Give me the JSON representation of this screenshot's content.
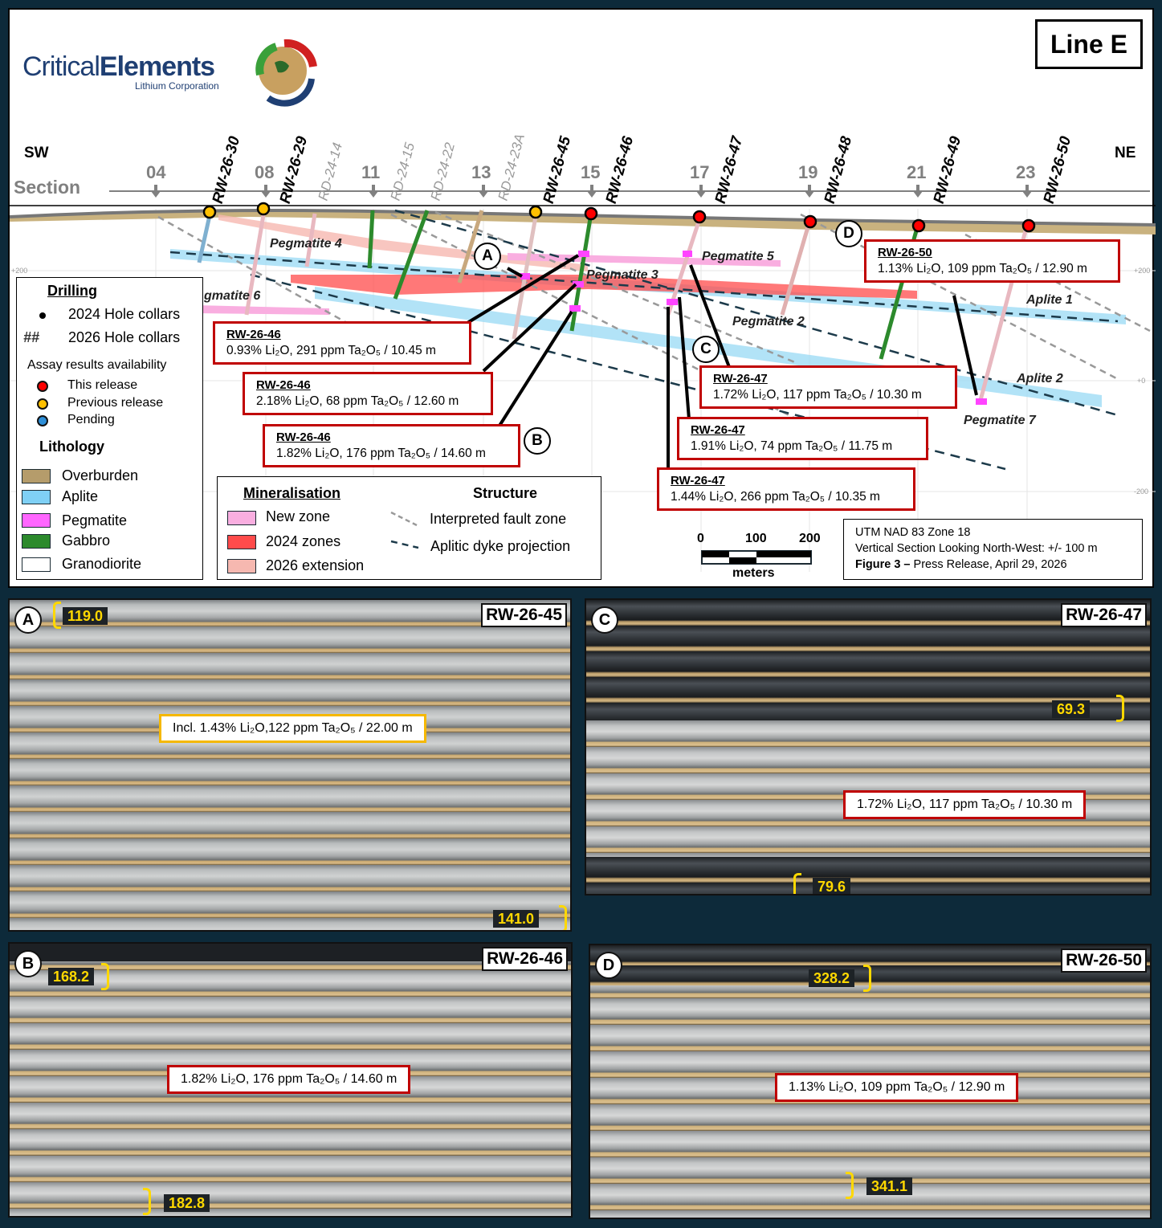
{
  "logo": {
    "name_part1": "Critical",
    "name_part2": "Elements",
    "subtitle": "Lithium Corporation"
  },
  "figure_title": "Line E",
  "orientation": {
    "left": "SW",
    "right": "NE"
  },
  "section_label": "Section",
  "stations": [
    "04",
    "08",
    "11",
    "13",
    "15",
    "17",
    "19",
    "21",
    "23"
  ],
  "elevation_ticks": [
    "+200",
    "+0",
    "-200"
  ],
  "holes": {
    "new": [
      "RW-26-30",
      "RW-26-29",
      "RW-26-45",
      "RW-26-46",
      "RW-26-47",
      "RW-26-48",
      "RW-26-49",
      "RW-26-50"
    ],
    "old": [
      "RD-24-14",
      "RD-24-15",
      "RD-24-22",
      "RD-24-23A"
    ]
  },
  "unit_labels": [
    "Pegmatite 4",
    "gmatite 6",
    "Pegmatite 3",
    "Pegmatite 5",
    "Pegmatite 2",
    "Aplite 1",
    "Aplite 2",
    "Pegmatite 7"
  ],
  "callouts": [
    {
      "hole": "RW-26-46",
      "assay": "0.93% Li₂O, 291 ppm Ta₂O₅ / 10.45 m"
    },
    {
      "hole": "RW-26-46",
      "assay": "2.18% Li₂O, 68 ppm Ta₂O₅ / 12.60 m"
    },
    {
      "hole": "RW-26-46",
      "assay": "1.82% Li₂O, 176 ppm Ta₂O₅ / 14.60 m"
    },
    {
      "hole": "RW-26-47",
      "assay": "1.72% Li₂O, 117 ppm Ta₂O₅ / 10.30 m"
    },
    {
      "hole": "RW-26-47",
      "assay": "1.91% Li₂O, 74 ppm Ta₂O₅ / 11.75 m"
    },
    {
      "hole": "RW-26-47",
      "assay": "1.44% Li₂O, 266 ppm Ta₂O₅ / 10.35 m"
    },
    {
      "hole": "RW-26-50",
      "assay": "1.13% Li₂O, 109 ppm Ta₂O₅ / 12.90 m"
    }
  ],
  "letters": [
    "A",
    "B",
    "C",
    "D"
  ],
  "legend": {
    "drilling_title": "Drilling",
    "collars_2024": "2024 Hole collars",
    "collars_2026_symbol": "##",
    "collars_2026": "2026 Hole collars",
    "assay_title": "Assay results availability",
    "assay": [
      {
        "label": "This release",
        "color": "#ff0000"
      },
      {
        "label": "Previous release",
        "color": "#ffc000"
      },
      {
        "label": "Pending",
        "color": "#2e8fd8"
      }
    ],
    "lithology_title": "Lithology",
    "lithology": [
      {
        "label": "Overburden",
        "color": "#b59c6b"
      },
      {
        "label": "Aplite",
        "color": "#7fd0f5"
      },
      {
        "label": "Pegmatite",
        "color": "#ff66ff"
      },
      {
        "label": "Gabbro",
        "color": "#2c8a2c"
      },
      {
        "label": "Granodiorite",
        "color": "#ffffff"
      }
    ]
  },
  "mineralisation": {
    "title": "Mineralisation",
    "items": [
      {
        "label": "New zone",
        "color": "#f9aee0"
      },
      {
        "label": "2024 zones",
        "color": "#ff4b4b"
      },
      {
        "label": "2026 extension",
        "color": "#f6b8b0"
      }
    ]
  },
  "structure": {
    "title": "Structure",
    "items": [
      "Interpreted fault zone",
      "Aplitic dyke projection"
    ]
  },
  "scale": {
    "ticks": [
      "0",
      "100",
      "200"
    ],
    "unit": "meters"
  },
  "info": {
    "line1": "UTM NAD 83 Zone 18",
    "line2": "Vertical Section Looking North-West: +/- 100 m",
    "fig_bold": "Figure 3 –",
    "fig_rest": " Press Release, April 29, 2026"
  },
  "photos": {
    "A": {
      "letter": "A",
      "hole": "RW-26-45",
      "depth_top": "119.0",
      "depth_bottom": "141.0",
      "note": "Incl. 1.43% Li₂O,122 ppm Ta₂O₅ / 22.00 m"
    },
    "B": {
      "letter": "B",
      "hole": "RW-26-46",
      "depth_top": "168.2",
      "depth_bottom": "182.8",
      "note": "1.82% Li₂O, 176 ppm Ta₂O₅ / 14.60 m"
    },
    "C": {
      "letter": "C",
      "hole": "RW-26-47",
      "depth_top": "69.3",
      "depth_bottom": "79.6",
      "note": "1.72% Li₂O, 117 ppm Ta₂O₅ / 10.30 m"
    },
    "D": {
      "letter": "D",
      "hole": "RW-26-50",
      "depth_top": "328.2",
      "depth_bottom": "341.1",
      "note": "1.13% Li₂O, 109 ppm Ta₂O₅ / 12.90 m"
    }
  }
}
